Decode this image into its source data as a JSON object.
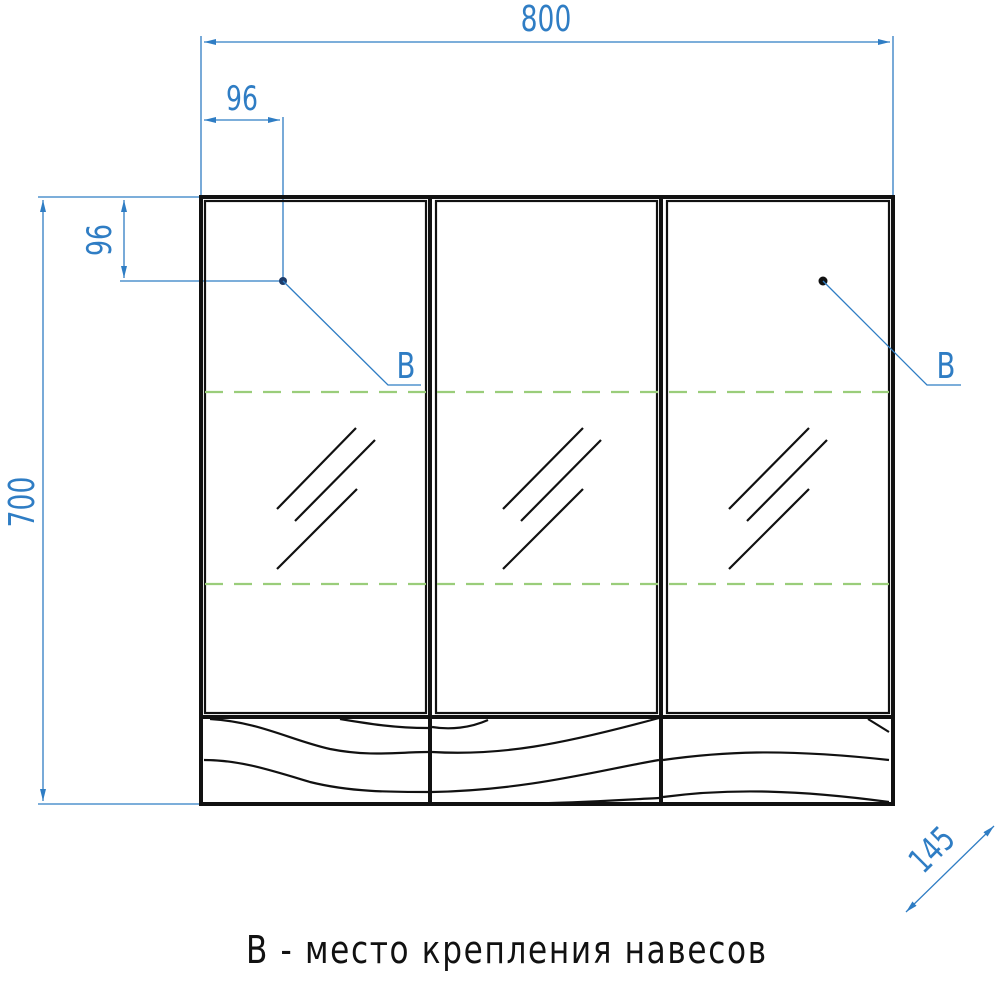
{
  "drawing": {
    "type": "technical-dimension-drawing",
    "subject": "three-door mirror cabinet, front view",
    "colors": {
      "outline": "#111111",
      "dimension": "#2f7dc4",
      "shelf_dashed": "#9acd7a"
    },
    "dimensions": {
      "overall_width": "800",
      "overall_height": "700",
      "depth": "145",
      "mount_offset_x": "96",
      "mount_offset_y": "96"
    },
    "callouts": {
      "left_mount": "B",
      "right_mount": "B"
    },
    "doors": [
      {
        "id": "left",
        "type": "mirror"
      },
      {
        "id": "center",
        "type": "mirror"
      },
      {
        "id": "right",
        "type": "mirror"
      }
    ],
    "shelves_dashed": 2,
    "legend": "B - место крепления навесов"
  }
}
